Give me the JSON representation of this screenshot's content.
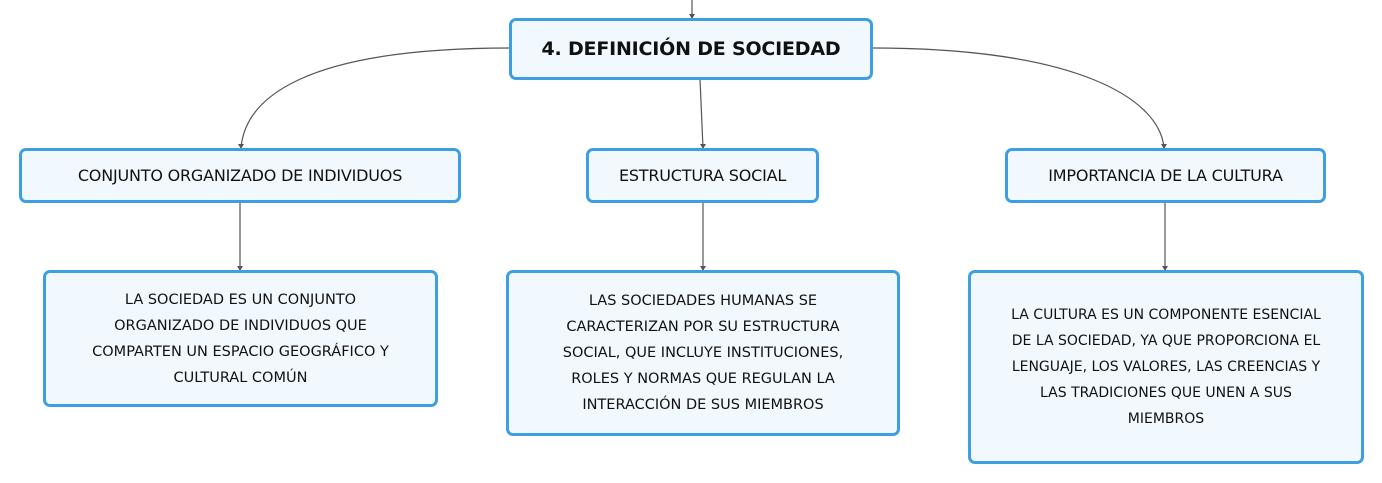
{
  "colors": {
    "node_border": "#3d9ee2",
    "node_fill": "#f2f9fe",
    "connector": "#555555",
    "text": "#111111"
  },
  "map": {
    "root": {
      "label": "4. DEFINICIÓN DE SOCIEDAD"
    },
    "topics": [
      {
        "label": "CONJUNTO ORGANIZADO DE INDIVIDUOS",
        "detail_lines": [
          "LA SOCIEDAD ES UN CONJUNTO",
          "ORGANIZADO DE INDIVIDUOS QUE",
          "COMPARTEN UN ESPACIO GEOGRÁFICO Y",
          "CULTURAL COMÚN"
        ]
      },
      {
        "label": "ESTRUCTURA SOCIAL",
        "detail_lines": [
          "LAS SOCIEDADES HUMANAS SE",
          "CARACTERIZAN POR SU ESTRUCTURA",
          "SOCIAL, QUE INCLUYE INSTITUCIONES,",
          "ROLES Y NORMAS QUE REGULAN LA",
          "INTERACCIÓN DE SUS MIEMBROS"
        ]
      },
      {
        "label": "IMPORTANCIA DE LA CULTURA",
        "detail_lines": [
          "LA CULTURA ES UN COMPONENTE ESENCIAL",
          "DE LA SOCIEDAD, YA QUE PROPORCIONA EL",
          "LENGUAJE, LOS VALORES, LAS CREENCIAS Y",
          "LAS TRADICIONES QUE UNEN A SUS",
          "MIEMBROS"
        ]
      }
    ]
  }
}
